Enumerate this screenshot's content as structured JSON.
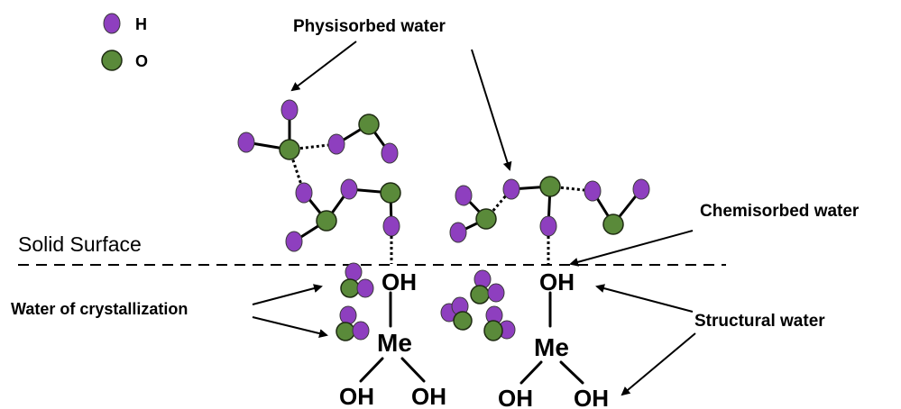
{
  "colors": {
    "hydrogen": "#8e3fbf",
    "oxygen": "#5a8a3a",
    "bond": "#000000"
  },
  "legend": [
    {
      "atom": "hydrogen",
      "label": "H"
    },
    {
      "atom": "oxygen",
      "label": "O"
    }
  ],
  "labels": {
    "physisorbed": "Physisorbed water",
    "chemisorbed": "Chemisorbed water",
    "surface": "Solid Surface",
    "crystallization": "Water of crystallization",
    "structural": "Structural water"
  },
  "groups": {
    "hydroxyl": "OH",
    "metal": "Me"
  }
}
